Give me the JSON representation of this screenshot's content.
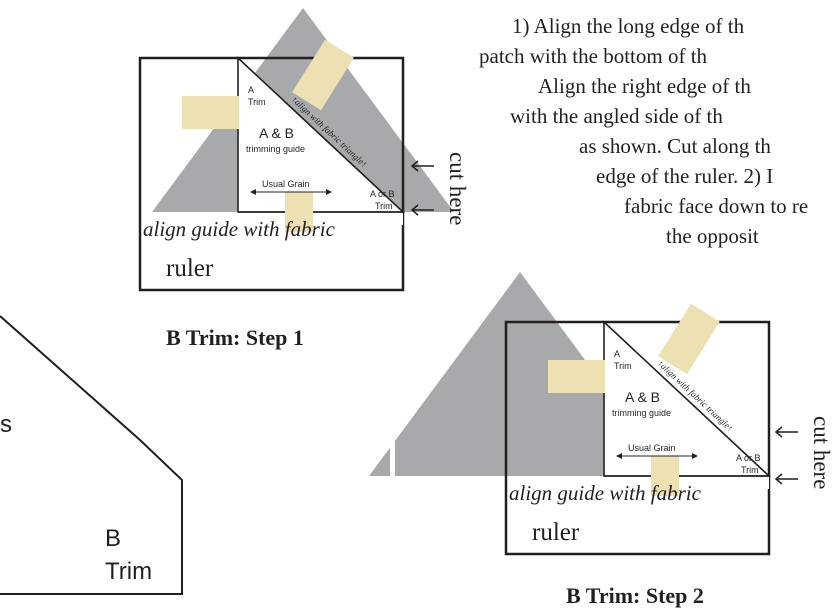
{
  "instructions": [
    "1) Align the long edge of th",
    "patch with the bottom of th",
    "Align the right edge of th",
    "with the angled side of th",
    "as shown. Cut along th",
    "edge of the ruler. 2) I",
    "fabric face down to re",
    "the opposit"
  ],
  "step1": {
    "caption": "B Trim: Step 1",
    "cut_label": "cut here",
    "guide": {
      "a_trim_1": "A",
      "a_trim_2": "Trim",
      "ab_title": "A & B",
      "ab_sub": "trimming guide",
      "diagonal": "↑align with fabric triangle↑",
      "grain": "Usual Grain",
      "ab_trim_1": "A or B",
      "ab_trim_2": "Trim"
    },
    "align_text": "align guide with fabric",
    "ruler": "ruler"
  },
  "step2": {
    "caption": "B Trim: Step 2",
    "cut_label": "cut here",
    "guide": {
      "a_trim_1": "A",
      "a_trim_2": "Trim",
      "ab_title": "A & B",
      "ab_sub": "trimming guide",
      "diagonal": "↑align with fabric triangle↑",
      "grain": "Usual Grain",
      "ab_trim_1": "A or B",
      "ab_trim_2": "Trim"
    },
    "align_text": "align guide with fabric",
    "ruler": "ruler"
  },
  "patch": {
    "label_s": "s",
    "label_b": "B",
    "label_trim": "Trim"
  },
  "colors": {
    "fabric_gray": "#a7a9ac",
    "tape_beige": "#ede0b3",
    "ink": "#231f20",
    "paper": "#ffffff"
  }
}
